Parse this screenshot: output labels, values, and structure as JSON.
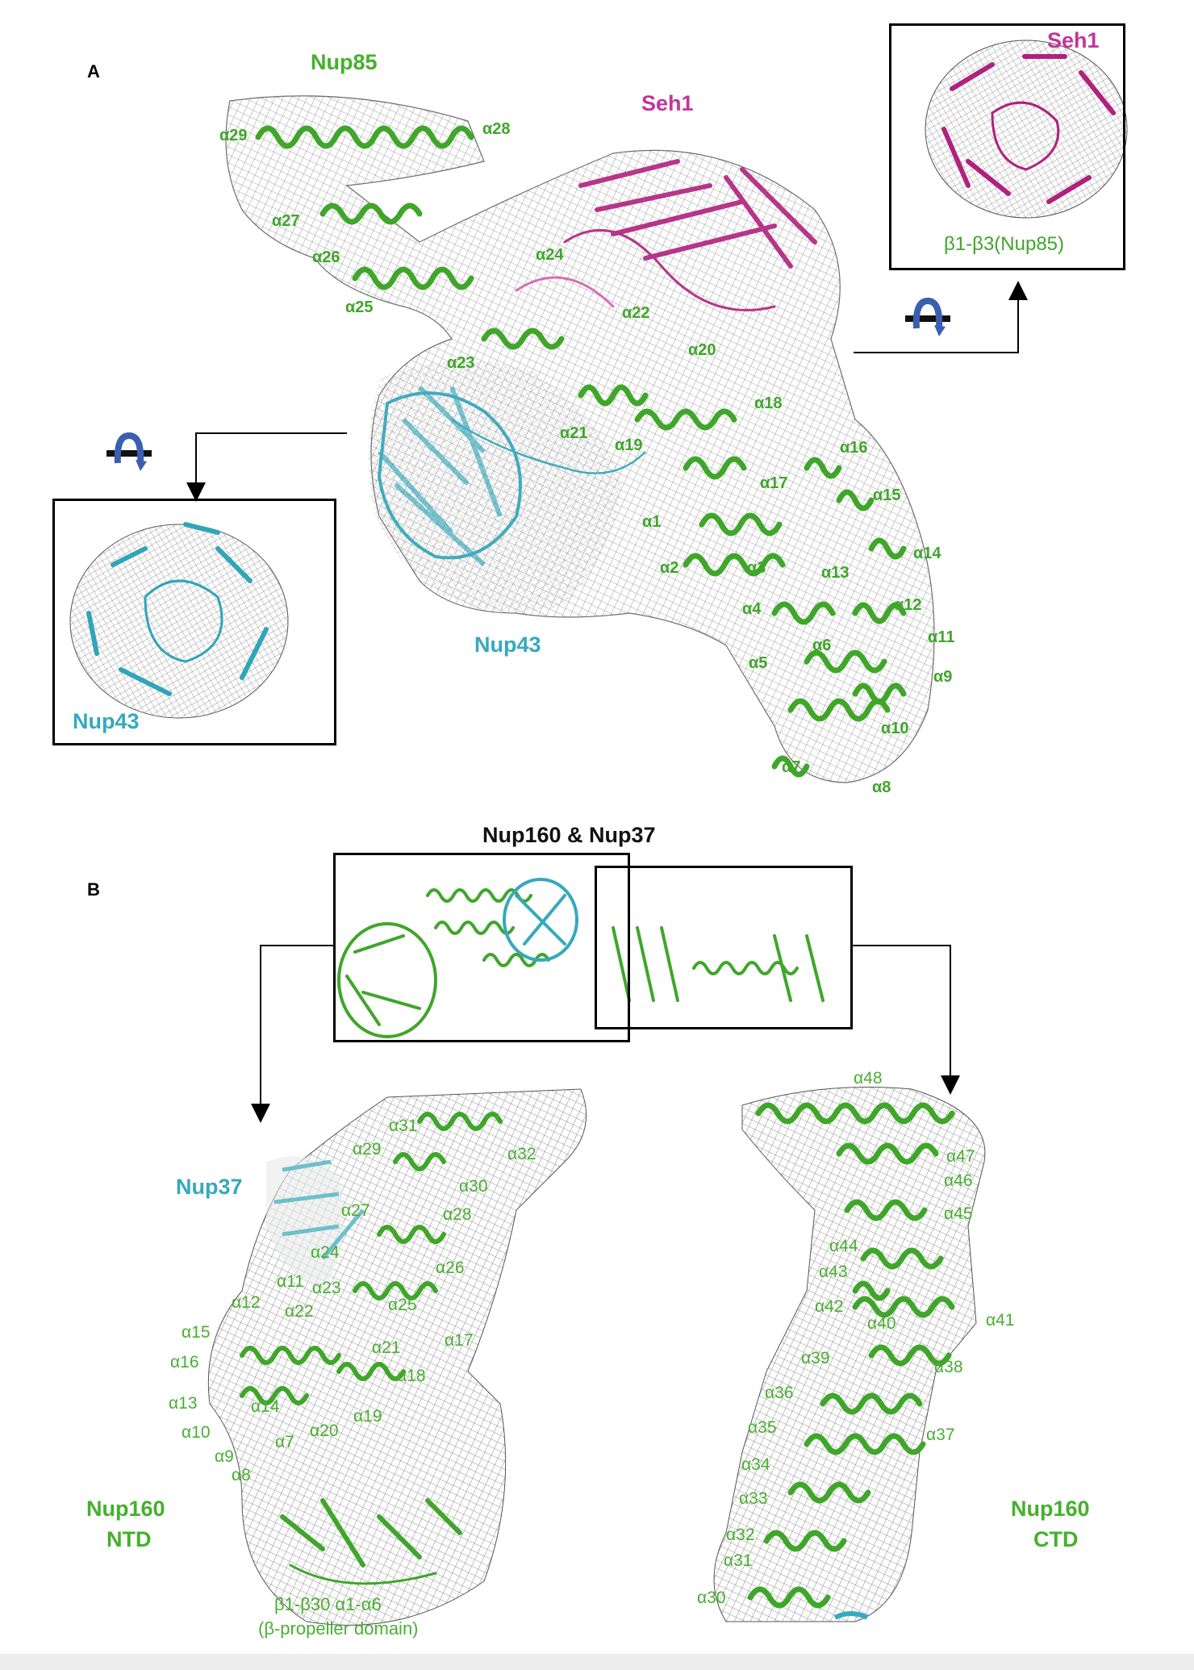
{
  "panel_a": {
    "letter": "A",
    "nup85": "Nup85",
    "seh1": "Seh1",
    "nup43": "Nup43",
    "inset_seh1": {
      "title": "Seh1",
      "caption": "β1-β3(Nup85)"
    },
    "inset_nup43": {
      "title": "Nup43"
    },
    "helices": [
      "α29",
      "α28",
      "α27",
      "α26",
      "α24",
      "α25",
      "α22",
      "α23",
      "α20",
      "α18",
      "α21",
      "α19",
      "α16",
      "α17",
      "α15",
      "α1",
      "α14",
      "α2",
      "α3",
      "α13",
      "α12",
      "α4",
      "α11",
      "α6",
      "α5",
      "α9",
      "α10",
      "α7",
      "α8"
    ]
  },
  "panel_b": {
    "letter": "B",
    "overview_title": "Nup160 & Nup37",
    "nup37": "Nup37",
    "ntd_name": "Nup160",
    "ntd_sub": "NTD",
    "ctd_name": "Nup160",
    "ctd_sub": "CTD",
    "ntd_caption_1": "β1-β30 α1-α6",
    "ntd_caption_2": "(β-propeller domain)",
    "ntd_helices": [
      "α31",
      "α29",
      "α32",
      "α30",
      "α27",
      "α28",
      "α24",
      "α26",
      "α11",
      "α23",
      "α12",
      "α22",
      "α25",
      "α15",
      "α17",
      "α21",
      "α16",
      "α18",
      "α13",
      "α14",
      "α19",
      "α20",
      "α10",
      "α7",
      "α9",
      "α8"
    ],
    "ctd_helices": [
      "α48",
      "α47",
      "α46",
      "α45",
      "α44",
      "α43",
      "α42",
      "α41",
      "α40",
      "α39",
      "α38",
      "α36",
      "α37",
      "α35",
      "α34",
      "α33",
      "α32",
      "α31",
      "α30"
    ]
  },
  "colors": {
    "nup85": "#3fa62a",
    "seh1": "#c2359c",
    "nup43": "#36a9bd",
    "mesh": "#8a8a8a"
  },
  "icons": [
    "rotation-icon",
    "arrow-icon"
  ]
}
